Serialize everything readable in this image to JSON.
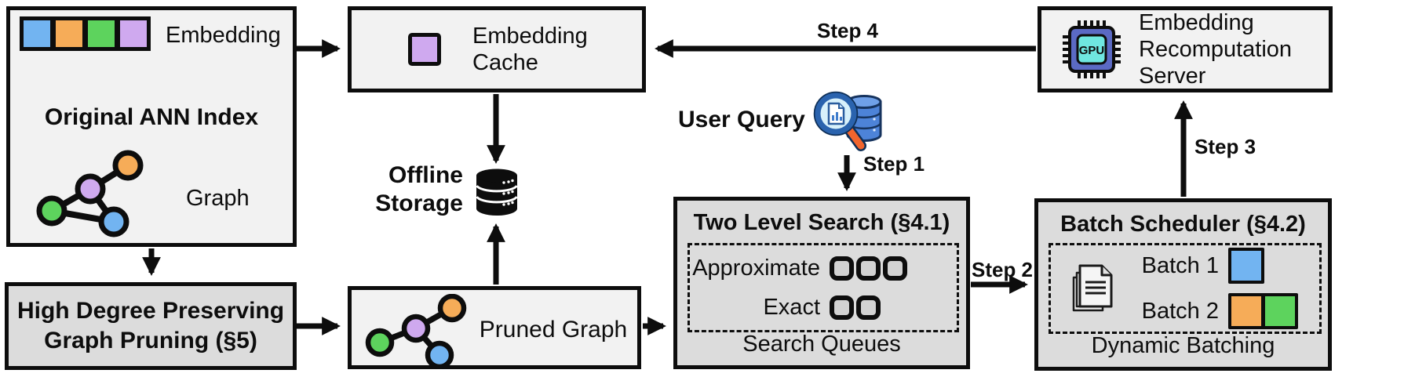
{
  "colors": {
    "blue": "#72b4f1",
    "orange": "#f6ac58",
    "green": "#5dd35d",
    "purple": "#cfa9ef",
    "light-box": "#f2f2f2",
    "dark-box": "#dcdcdc",
    "slot-fill": "#d2d2d2",
    "ink": "#0d0d0d"
  },
  "ann_index": {
    "title": "Original ANN Index",
    "embedding_label": "Embedding",
    "graph_label": "Graph"
  },
  "graph_pruning": {
    "title": "High Degree Preserving Graph Pruning (§5)"
  },
  "embedding_cache": {
    "title": "Embedding Cache"
  },
  "offline_storage": {
    "label": "Offline Storage"
  },
  "pruned_graph": {
    "label": "Pruned Graph"
  },
  "user_query": {
    "label": "User Query"
  },
  "two_level_search": {
    "title": "Two Level Search (§4.1)",
    "approximate_label": "Approximate",
    "exact_label": "Exact",
    "approximate_slots": 3,
    "exact_slots": 2,
    "caption": "Search Queues"
  },
  "batch_scheduler": {
    "title": "Batch Scheduler (§4.2)",
    "batch1_label": "Batch 1",
    "batch2_label": "Batch 2",
    "caption": "Dynamic Batching"
  },
  "recompute_server": {
    "title": "Embedding Recomputation Server",
    "chip_label": "GPU"
  },
  "steps": {
    "step1": "Step 1",
    "step2": "Step 2",
    "step3": "Step 3",
    "step4": "Step 4"
  }
}
